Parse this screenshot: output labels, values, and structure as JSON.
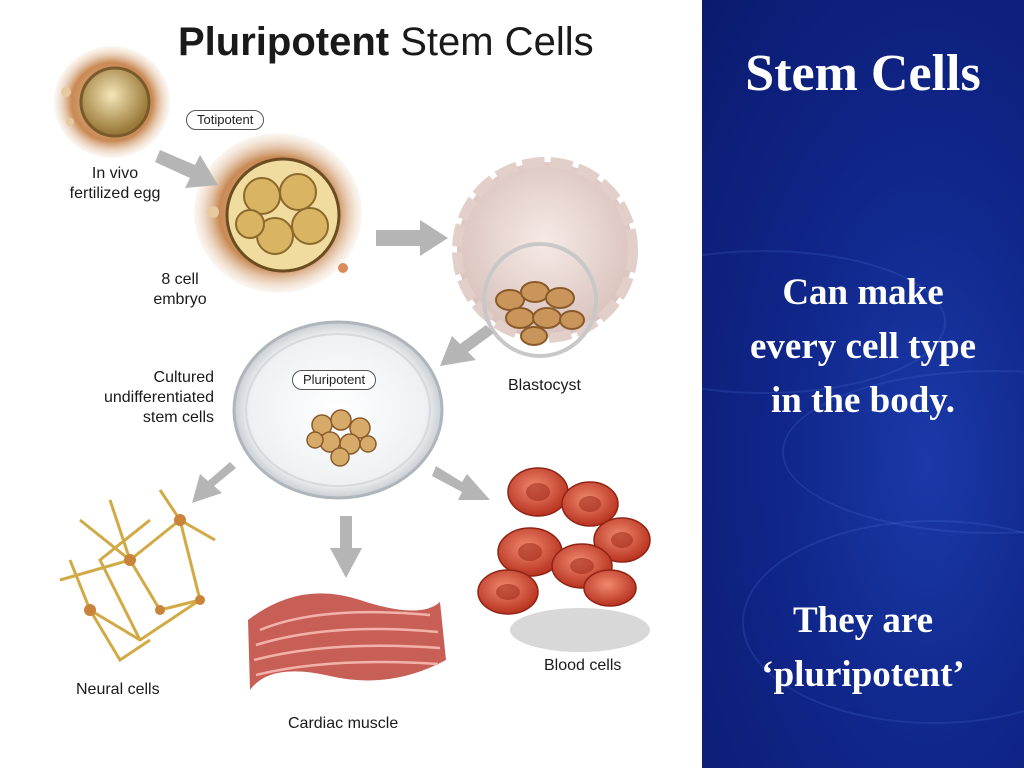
{
  "diagram": {
    "title_bold": "Pluripotent",
    "title_rest": " Stem Cells",
    "labels": {
      "totipotent": "Totipotent",
      "pluripotent": "Pluripotent",
      "fertilized_egg_1": "In vivo",
      "fertilized_egg_2": "fertilized egg",
      "embryo_1": "8 cell",
      "embryo_2": "embryo",
      "cultured_1": "Cultured",
      "cultured_2": "undifferentiated",
      "cultured_3": "stem cells",
      "blastocyst": "Blastocyst",
      "neural": "Neural cells",
      "cardiac": "Cardiac muscle",
      "blood": "Blood cells"
    }
  },
  "slide": {
    "title": "Stem Cells",
    "line1a": "Can make",
    "line1b": "every cell type",
    "line1c": "in the body.",
    "line2a": "They are",
    "line2b": "‘pluripotent’"
  },
  "colors": {
    "slide_bg": "#10268a",
    "cell_tan": "#c9a35a",
    "blood_red": "#c0392b",
    "muscle_red": "#c0605a",
    "arrow_gray": "#b5b5b5"
  }
}
